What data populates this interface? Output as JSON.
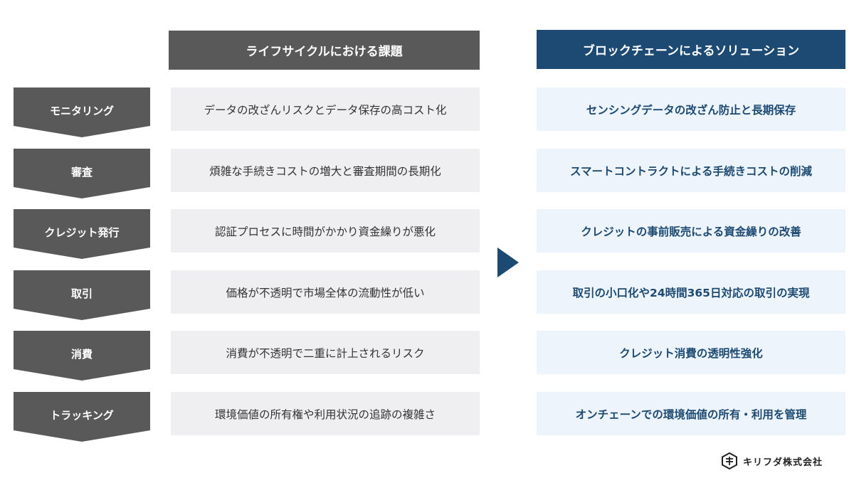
{
  "headers": {
    "left": "ライフサイクルにおける課題",
    "right": "ブロックチェーンによるソリューション"
  },
  "stages": [
    "モニタリング",
    "審査",
    "クレジット発行",
    "取引",
    "消費",
    "トラッキング"
  ],
  "issues": [
    "データの改ざんリスクとデータ保存の高コスト化",
    "煩雑な手続きコストの増大と審査期間の長期化",
    "認証プロセスに時間がかかり資金繰りが悪化",
    "価格が不透明で市場全体の流動性が低い",
    "消費が不透明で二重に計上されるリスク",
    "環境価値の所有権や利用状況の追跡の複雑さ"
  ],
  "solutions": [
    "センシングデータの改ざん防止と長期保存",
    "スマートコントラクトによる手続きコストの削減",
    "クレジットの事前販売による資金繰りの改善",
    "取引の小口化や24時間365日対応の取引の実現",
    "クレジット消費の透明性強化",
    "オンチェーンでの環境価値の所有・利用を管理"
  ],
  "logo": {
    "text": "キリフダ株式会社"
  },
  "colors": {
    "stage": "#595959",
    "header_left": "#595959",
    "header_right": "#1c4a72",
    "issue_bg": "#efeef0",
    "solution_bg": "#eef4fb",
    "solution_text": "#1c4a72",
    "arrow": "#1c4a72"
  }
}
